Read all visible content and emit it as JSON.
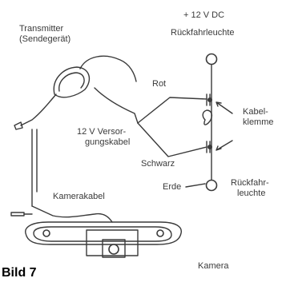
{
  "labels": {
    "transmitter": "Transmitter",
    "transmitter_de": "(Sendegerät)",
    "supply_voltage": "+ 12 V DC",
    "reversing_light_top": "Rückfahrleuchte",
    "red": "Rot",
    "cable_clamp_1": "Kabel-",
    "cable_clamp_2": "klemme",
    "supply_cable_1": "12 V Versor-",
    "supply_cable_2": "gungskabel",
    "black": "Schwarz",
    "ground": "Erde",
    "reversing_light_side_1": "Rückfahr-",
    "reversing_light_side_2": "leuchte",
    "camera_cable": "Kamerakabel",
    "camera": "Kamera"
  },
  "caption": "Bild 7"
}
